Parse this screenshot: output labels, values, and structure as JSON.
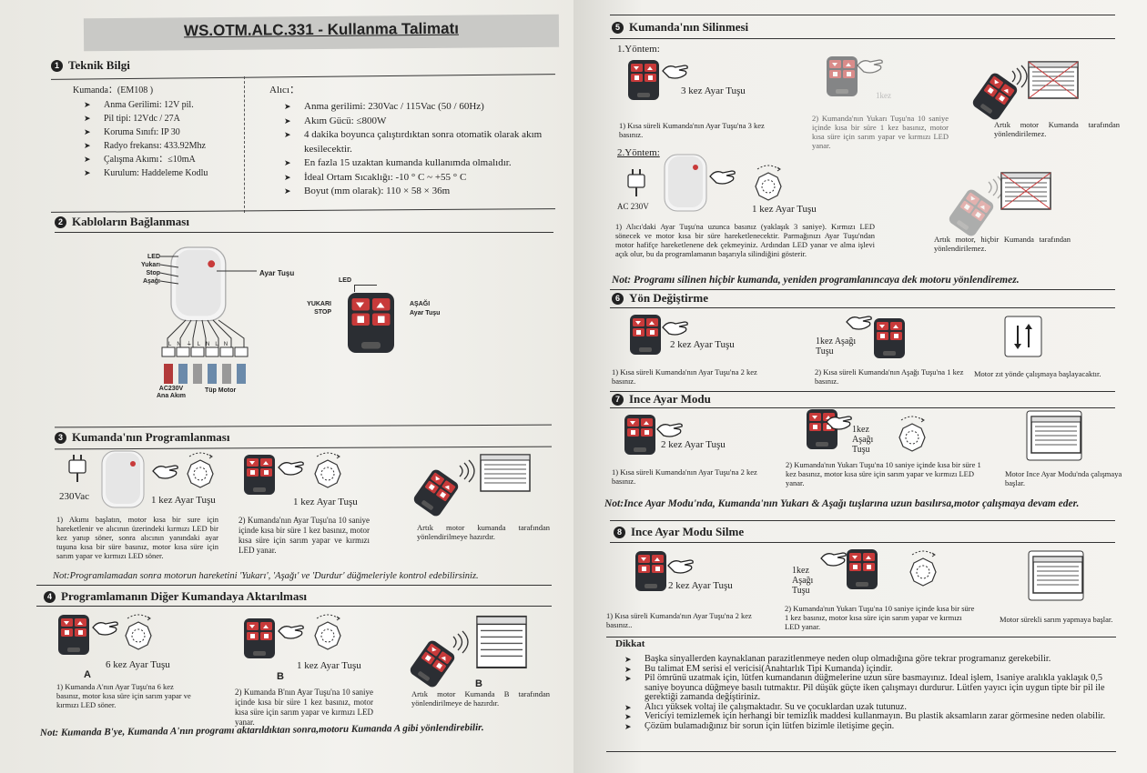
{
  "left": {
    "title": "WS.OTM.ALC.331 - Kullanma Talimatı",
    "s1": {
      "num": "1",
      "heading": "Teknik Bilgi",
      "remote_head": "Kumanda：(EM108 )",
      "remote_items": [
        "Anma Gerilimi: 12V pil.",
        "Pil tipi: 12Vdc / 27A",
        "Koruma Sınıfı: IP 30",
        "Radyo frekansı: 433.92Mhz",
        "Çalışma Akımı：≤10mA",
        "Kurulum: Haddeleme Kodlu"
      ],
      "receiver_head": "Alıcı：",
      "receiver_items": [
        "Anma gerilimi: 230Vac / 115Vac (50 / 60Hz)",
        "Akım Gücü: ≤800W",
        "4 dakika boyunca çalıştırdıktan sonra otomatik olarak akım kesilecektir.",
        "En fazla 15 uzaktan kumanda kullanımda olmalıdır.",
        "İdeal Ortam Sıcaklığı: -10 ° C ~ +55 ° C",
        "Boyut (mm olarak): 110 × 58 × 36m"
      ]
    },
    "s2": {
      "num": "2",
      "heading": "Kabloların Bağlanması",
      "labels": [
        "LED",
        "Yukarı",
        "Stop",
        "Aşağı"
      ],
      "set_btn": "Ayar Tuşu",
      "led": "LED",
      "up": "YUKARI",
      "stop": "STOP",
      "down": "AŞAĞI",
      "set_btn2": "Ayar Tuşu",
      "terminals": [
        "L",
        "N",
        "⏚",
        "L",
        "N",
        "L",
        "N"
      ],
      "ac": "AC230V",
      "ac2": "Ana Akım",
      "motor": "Tüp Motor"
    },
    "s3": {
      "num": "3",
      "heading": "Kumanda'nın Programlanması",
      "v230": "230Vac",
      "press1": "1 kez Ayar Tuşu",
      "press2": "1 kez Ayar Tuşu",
      "step1": "1) Akımı başlatın, motor kısa bir sure için hareketlenir ve alıcının üzerindeki kırmızı LED bir kez yanıp söner, sonra alıcının yanındaki ayar tuşuna kısa bir süre basınız, motor kısa süre için sarım yapar ve kırmızı LED söner.",
      "step2": "2) Kumanda'nın Ayar Tuşu'na 10 saniye içinde kısa bir süre 1 kez basınız, motor kısa süre için sarım yapar ve kırmızı LED yanar.",
      "step3": "Artık motor kumanda tarafından yönlendirilmeye hazırdır.",
      "note": "Not:Programlamadan sonra motorun hareketini 'Yukarı', 'Aşağı' ve 'Durdur' düğmeleriyle kontrol edebilirsiniz."
    },
    "s4": {
      "num": "4",
      "heading": "Programlamanın Diğer Kumandaya Aktarılması",
      "press1": "6 kez Ayar Tuşu",
      "a": "A",
      "press2": "1 kez Ayar Tuşu",
      "b": "B",
      "b2": "B",
      "step1": "1) Kumanda A'nın Ayar Tuşu'na 6 kez basınız, motor kısa süre için sarım yapar ve kırmızı LED söner.",
      "step2": "2) Kumanda B'nın Ayar Tuşu'na 10 saniye içinde kısa bir süre 1 kez basınız, motor kısa süre için sarım yapar ve kırmızı LED yanar.",
      "step3": "Artık motor Kumanda B tarafından yönlendirilmeye de hazırdır.",
      "note": "Not: Kumanda B'ye, Kumanda A'nın programı aktarıldıktan sonra,motoru Kumanda A gibi yönlendirebilir."
    }
  },
  "right": {
    "s5": {
      "num": "5",
      "heading": "Kumanda'nın Silinmesi",
      "m1": "1.Yöntem:",
      "m1_press": "3 kez Ayar Tuşu",
      "m1_s1": "1) Kısa süreli Kumanda'nın Ayar Tuşu'na 3 kez basınız.",
      "m1_s2": "2) Kumanda'nın Yukarı Tuşu'na 10 saniye içinde kısa bir süre 1 kez basınız, motor kısa süre için sarım yapar ve kırmızı LED yanar.",
      "m1_s2_label": "1kez",
      "m1_s3": "Artık motor Kumanda tarafından yönlendirilemez.",
      "m2": "2.Yöntem:",
      "ac": "AC 230V",
      "m2_press": "1 kez Ayar Tuşu",
      "m2_s1": "1) Alıcı'daki Ayar Tuşu'na uzunca basınız (yaklaşık 3 saniye). Kırmızı LED sönecek ve motor kısa bir süre hareketlenecektir. Parmağınızı Ayar Tuşu'ndan motor hafifçe hareketlenene dek çekmeyiniz. Ardından LED yanar ve alma işlevi açık olur, bu da programlamanın başarıyla silindiğini gösterir.",
      "m2_s3": "Artık motor, hiçbir Kumanda tarafından yönlendirilemez.",
      "note": "Not: Programı silinen hiçbir kumanda, yeniden programlanıncaya dek motoru yönlendiremez."
    },
    "s6": {
      "num": "6",
      "heading": "Yön Değiştirme",
      "press1": "2 kez Ayar Tuşu",
      "press2": "1kez Aşağı Tuşu",
      "step1": "1) Kısa süreli Kumanda'nın Ayar Tuşu'na 2 kez basınız.",
      "step2": "2) Kısa süreli Kumanda'nın Aşağı Tuşu'na 1 kez basınız.",
      "step3": "Motor zıt yönde çalışmaya başlayacaktır."
    },
    "s7": {
      "num": "7",
      "heading": "Ince Ayar Modu",
      "press1": "2 kez Ayar Tuşu",
      "press2": "1kez Aşağı Tuşu",
      "step1": "1) Kısa süreli Kumanda'nın Ayar Tuşu'na 2 kez basınız.",
      "step2": "2) Kumanda'nın Yukarı Tuşu'na 10 saniye içinde kısa bir süre 1 kez basınız, motor kısa süre için sarım yapar ve kırmızı LED yanar.",
      "step3": "Motor Ince Ayar Modu'nda çalışmaya başlar.",
      "note": "Not:Ince Ayar Modu'nda, Kumanda'nın Yukarı & Aşağı tuşlarına uzun basılırsa,motor çalışmaya devam eder."
    },
    "s8": {
      "num": "8",
      "heading": "Ince Ayar Modu Silme",
      "press1": "2 kez Ayar Tuşu",
      "press2": "1kez Aşağı Tuşu",
      "step1": "1) Kısa süreli Kumanda'nın Ayar Tuşu'na 2 kez basınız..",
      "step2": "2) Kumanda'nın Yukarı Tuşu'na 10 saniye içinde kısa bir süre 1 kez basınız, motor kısa süre için sarım yapar ve kırmızı LED yanar.",
      "step3": "Motor sürekli sarım yapmaya başlar."
    },
    "dikkat": {
      "heading": "Dikkat",
      "items": [
        "Başka sinyallerden kaynaklanan parazitlenmeye neden olup olmadığına göre tekrar programanız gerekebilir.",
        "Bu talimat EM serisi el vericisi(Anahtarlık Tipi Kumanda) içindir.",
        "Pil ömrünü uzatmak için, lütfen kumandanın düğmelerine uzun süre basmayınız. Ideal işlem, 1saniye aralıkla yaklaşık 0,5 saniye boyunca düğmeye basılı tutmaktır. Pil düşük güçte iken çalışmayı durdurur. Lütfen yayıcı için uygun tipte bir pil ile gerektiği zamanda değiştiriniz.",
        "Alıcı yüksek voltaj ile çalışmaktadır. Su ve çocuklardan uzak tutunuz.",
        "Vericiyi temizlemek için herhangi bir temizlik maddesi kullanmayın. Bu plastik aksamların zarar görmesine neden olabilir.",
        "Çözüm bulamadığınız bir sorun için lütfen bizimle iletişime geçin."
      ]
    }
  }
}
